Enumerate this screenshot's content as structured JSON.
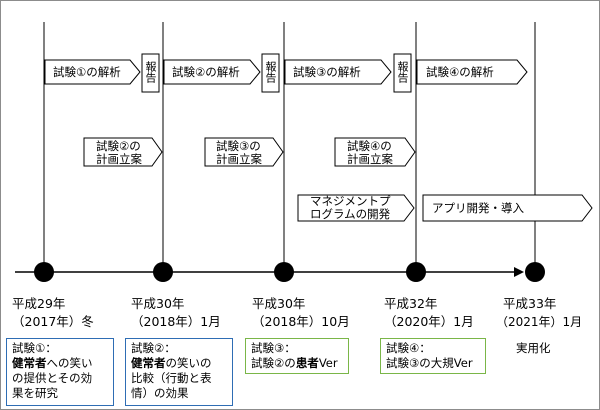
{
  "analysis_arrows": [
    {
      "label": "試験①の解析"
    },
    {
      "label": "試験②の解析"
    },
    {
      "label": "試験③の解析"
    },
    {
      "label": "試験④の解析"
    }
  ],
  "report_boxes": [
    {
      "label": "報告"
    },
    {
      "label": "報告"
    },
    {
      "label": "報告"
    }
  ],
  "planning_arrows": [
    {
      "lines": [
        "試験②の",
        "計画立案"
      ]
    },
    {
      "lines": [
        "試験③の",
        "計画立案"
      ]
    },
    {
      "lines": [
        "試験④の",
        "計画立案"
      ]
    }
  ],
  "program_arrows": [
    {
      "lines": [
        "マネジメントプ",
        "ログラムの開発"
      ]
    },
    {
      "lines": [
        "アプリ開発・導入"
      ]
    }
  ],
  "milestones": [
    {
      "label_line1": "平成29年",
      "label_line2": "（2017年）冬"
    },
    {
      "label_line1": "平成30年",
      "label_line2": "（2018年）1月"
    },
    {
      "label_line1": "平成30年",
      "label_line2": "（2018年）10月"
    },
    {
      "label_line1": "平成32年",
      "label_line2": "（2020年）1月"
    },
    {
      "label_line1": "平成33年",
      "label_line2": "（2021年）1月"
    }
  ],
  "practical_use": "実用化",
  "studies": [
    {
      "line1": "試験①：",
      "line2_bold": "健常者",
      "line2_rest": "への笑い",
      "line3": "の提供とその効",
      "line4": "果を研究"
    },
    {
      "line1": "試験②：",
      "line2_bold": "健常者",
      "line2_rest": "の笑いの",
      "line3": "比較（行動と表",
      "line4": "情）の効果"
    },
    {
      "line1": "試験③：",
      "line2_pre": "試験②の",
      "line2_bold": "患者",
      "line2_rest": "Ver"
    },
    {
      "line1": "試験④：",
      "line2": "試験③の大規Ver"
    }
  ],
  "colors": {
    "blue_border": "#2e6db4",
    "green_border": "#7ab648",
    "line": "#000000"
  }
}
